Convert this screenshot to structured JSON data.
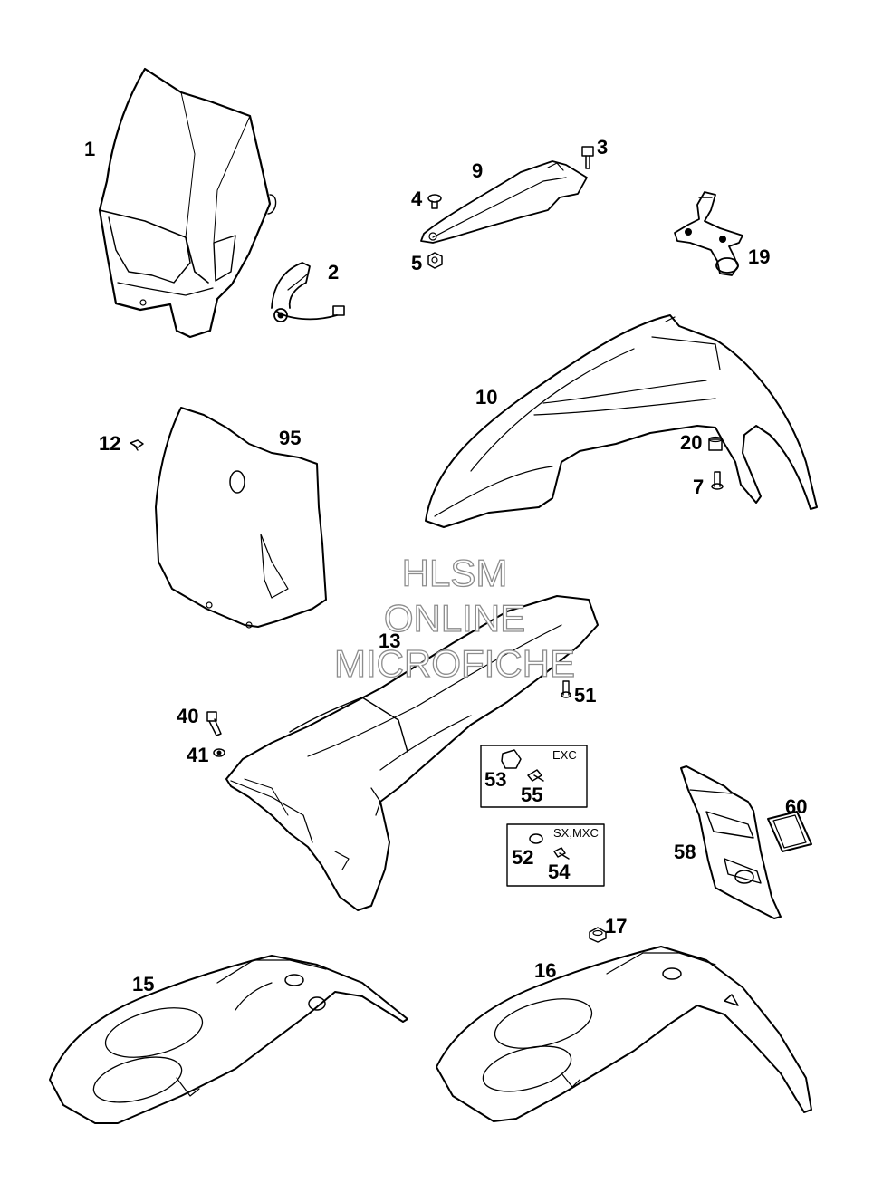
{
  "diagram": {
    "part_labels": {
      "p1": "1",
      "p2": "2",
      "p3": "3",
      "p4": "4",
      "p5": "5",
      "p7": "7",
      "p9": "9",
      "p10": "10",
      "p12": "12",
      "p13": "13",
      "p15": "15",
      "p16": "16",
      "p17": "17",
      "p19": "19",
      "p20": "20",
      "p40": "40",
      "p41": "41",
      "p51": "51",
      "p52": "52",
      "p53": "53",
      "p54": "54",
      "p55": "55",
      "p58": "58",
      "p60": "60",
      "p95": "95"
    },
    "boxes": {
      "exc": {
        "tag": "EXC"
      },
      "sx_mxc": {
        "tag": "SX,MXC"
      }
    }
  },
  "watermark": {
    "line1": "HLSM",
    "line2": "ONLINE",
    "line3": "MICROFICHE",
    "stroke_color": "#8c8c8c"
  },
  "colors": {
    "line": "#000000",
    "background": "#ffffff",
    "shade": "#333333"
  }
}
